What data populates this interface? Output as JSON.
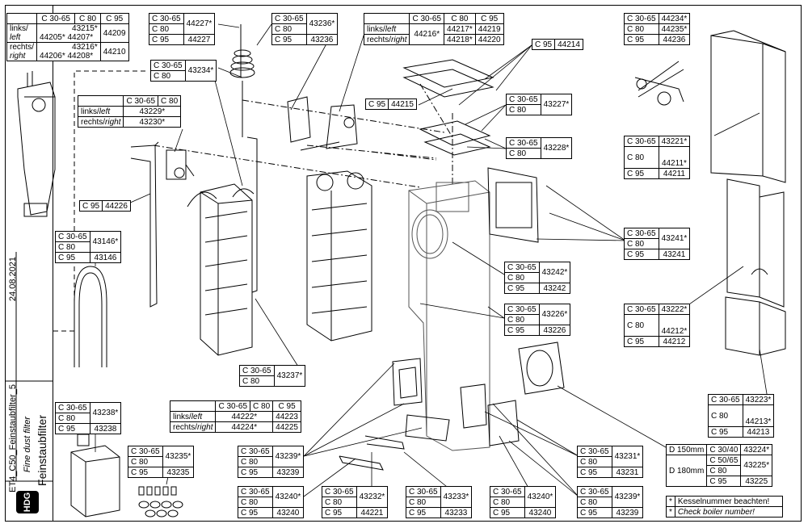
{
  "sidebar": {
    "date": "24.08.2021",
    "title_de": "Feinstaubfilter",
    "title_en": "Fine dust filter",
    "doc_id": "ET4_C50_Feinstaubfilter_5",
    "logo": "HDG"
  },
  "notes": {
    "star": "*",
    "de": "Kesselnummer beachten!",
    "en": "Check boiler number!"
  },
  "parts": {
    "t44215": {
      "c1": "C 30-65",
      "c2": "C 80",
      "c3": "C 95",
      "links": "links/",
      "left": "left",
      "a1": "43215*",
      "a2": "44205*",
      "a3": "44207*",
      "a4": "44209",
      "rechts": "rechts/",
      "right": "right",
      "b1": "43216*",
      "b2": "44206*",
      "b3": "44208*",
      "b4": "44210"
    },
    "t44227": {
      "r1": "C 30-65",
      "r2": "C 80",
      "r3": "C 95",
      "v1": "44227*",
      "v3": "44227"
    },
    "t43236": {
      "r1": "C 30-65",
      "r2": "C 80",
      "r3": "C 95",
      "v1": "43236*",
      "v3": "43236"
    },
    "t44216": {
      "c1": "C 30-65",
      "c2": "C 80",
      "c3": "C 95",
      "links": "links/",
      "left": "left",
      "rechts": "rechts/",
      "right": "right",
      "a1": "44216*",
      "a2": "44217*",
      "a3": "44219",
      "b2": "44218*",
      "b3": "44220"
    },
    "t44234": {
      "r1": "C 30-65",
      "r2": "C 80",
      "r3": "C 95",
      "v1": "44234*",
      "v2": "44235*",
      "v3": "44236"
    },
    "t43234": {
      "r1": "C 30-65",
      "r2": "C 80",
      "v1": "43234*"
    },
    "t44214": {
      "k": "C 95",
      "v": "44214"
    },
    "t44215b": {
      "k": "C 95",
      "v": "44215"
    },
    "t43229": {
      "c1": "C 30-65",
      "c2": "C 80",
      "links": "links/",
      "left": "left",
      "rechts": "rechts/",
      "right": "right",
      "a1": "43229*",
      "b1": "43230*"
    },
    "t43227": {
      "r1": "C 30-65",
      "r2": "C 80",
      "v1": "43227*"
    },
    "t43228": {
      "r1": "C 30-65",
      "r2": "C 80",
      "v1": "43228*"
    },
    "t43221": {
      "r1": "C 30-65",
      "r2": "C 80",
      "r3": "C 95",
      "v1": "43221*",
      "v2": "44211*",
      "v3": "44211"
    },
    "t44226": {
      "k": "C 95",
      "v": "44226"
    },
    "t43146": {
      "r1": "C 30-65",
      "r2": "C 80",
      "r3": "C 95",
      "v1": "43146*",
      "v3": "43146"
    },
    "t43241": {
      "r1": "C 30-65",
      "r2": "C 80",
      "r3": "C 95",
      "v1": "43241*",
      "v3": "43241"
    },
    "t43242": {
      "r1": "C 30-65",
      "r2": "C 80",
      "r3": "C 95",
      "v1": "43242*",
      "v3": "43242"
    },
    "t43222": {
      "r1": "C 30-65",
      "r2": "C 80",
      "r3": "C 95",
      "v1": "43222*",
      "v2": "44212*",
      "v3": "44212"
    },
    "t43226": {
      "r1": "C 30-65",
      "r2": "C 80",
      "r3": "C 95",
      "v1": "43226*",
      "v3": "43226"
    },
    "t43237": {
      "r1": "C 30-65",
      "r2": "C 80",
      "v1": "43237*"
    },
    "t44222": {
      "c1": "C 30-65",
      "c2": "C 80",
      "c3": "C 95",
      "links": "links/",
      "left": "left",
      "rechts": "rechts/",
      "right": "right",
      "a1": "44222*",
      "a2": "44223",
      "b1": "44224*",
      "b2": "44225"
    },
    "t43223": {
      "r1": "C 30-65",
      "r2": "C 80",
      "r3": "C 95",
      "v1": "43223*",
      "v2": "44213*",
      "v3": "44213"
    },
    "t43238": {
      "r1": "C 30-65",
      "r2": "C 80",
      "r3": "C 95",
      "v1": "43238*",
      "v3": "43238"
    },
    "t43239a": {
      "r1": "C 30-65",
      "r2": "C 80",
      "r3": "C 95",
      "v1": "43239*",
      "v3": "43239"
    },
    "t43235": {
      "r1": "C 30-65",
      "r2": "C 80",
      "r3": "C 95",
      "v1": "43235*",
      "v3": "43235"
    },
    "t43231": {
      "r1": "C 30-65",
      "r2": "C 80",
      "r3": "C 95",
      "v1": "43231*",
      "v3": "43231"
    },
    "t43224": {
      "d1": "D 150mm",
      "d2": "D 180mm",
      "r1": "C 30/40",
      "r2": "C 50/65",
      "r3": "C 80",
      "r4": "C 95",
      "v1": "43224*",
      "v2": "43225*",
      "v4": "43225"
    },
    "t43240a": {
      "r1": "C 30-65",
      "r2": "C 80",
      "r3": "C 95",
      "v1": "43240*",
      "v3": "43240"
    },
    "t43232": {
      "r1": "C 30-65",
      "r2": "C 80",
      "r3": "C 95",
      "v1": "43232*",
      "v3": "44221"
    },
    "t43233": {
      "r1": "C 30-65",
      "r2": "C 80",
      "r3": "C 95",
      "v1": "43233*",
      "v3": "43233"
    },
    "t43240b": {
      "r1": "C 30-65",
      "r2": "C 80",
      "r3": "C 95",
      "v1": "43240*",
      "v3": "43240"
    },
    "t43239b": {
      "r1": "C 30-65",
      "r2": "C 80",
      "r3": "C 95",
      "v1": "43239*",
      "v3": "43239"
    }
  }
}
